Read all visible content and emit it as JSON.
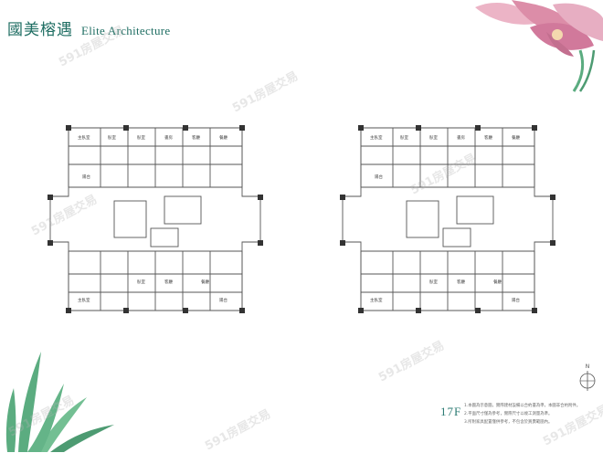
{
  "header": {
    "title_cn": "國美榕遇",
    "title_en": "Elite Architecture"
  },
  "floor_label": "17F",
  "compass_label": "N",
  "notes": [
    "1.本圖為示意圖，實際建材設備以合約書為準，本圖非合約附件。",
    "2.平面尺寸僅為參考，實際尺寸以竣工測量為準。",
    "3.所附家具配置僅供參考，不包含於買賣範圍內。"
  ],
  "watermark": "591房屋交易",
  "plan_labels": {
    "left": [
      "主臥室",
      "臥室",
      "臥室",
      "書房",
      "客廳",
      "餐廳",
      "陽台",
      "臥室",
      "主臥室",
      "客廳",
      "餐廳",
      "陽台"
    ],
    "right": [
      "主臥室",
      "臥室",
      "臥室",
      "書房",
      "客廳",
      "餐廳",
      "陽台",
      "臥室",
      "主臥室",
      "客廳",
      "餐廳",
      "陽台"
    ]
  },
  "colors": {
    "accent": "#1f6e63",
    "flower": "#d77a9a",
    "leaf": "#3f9e6b"
  }
}
